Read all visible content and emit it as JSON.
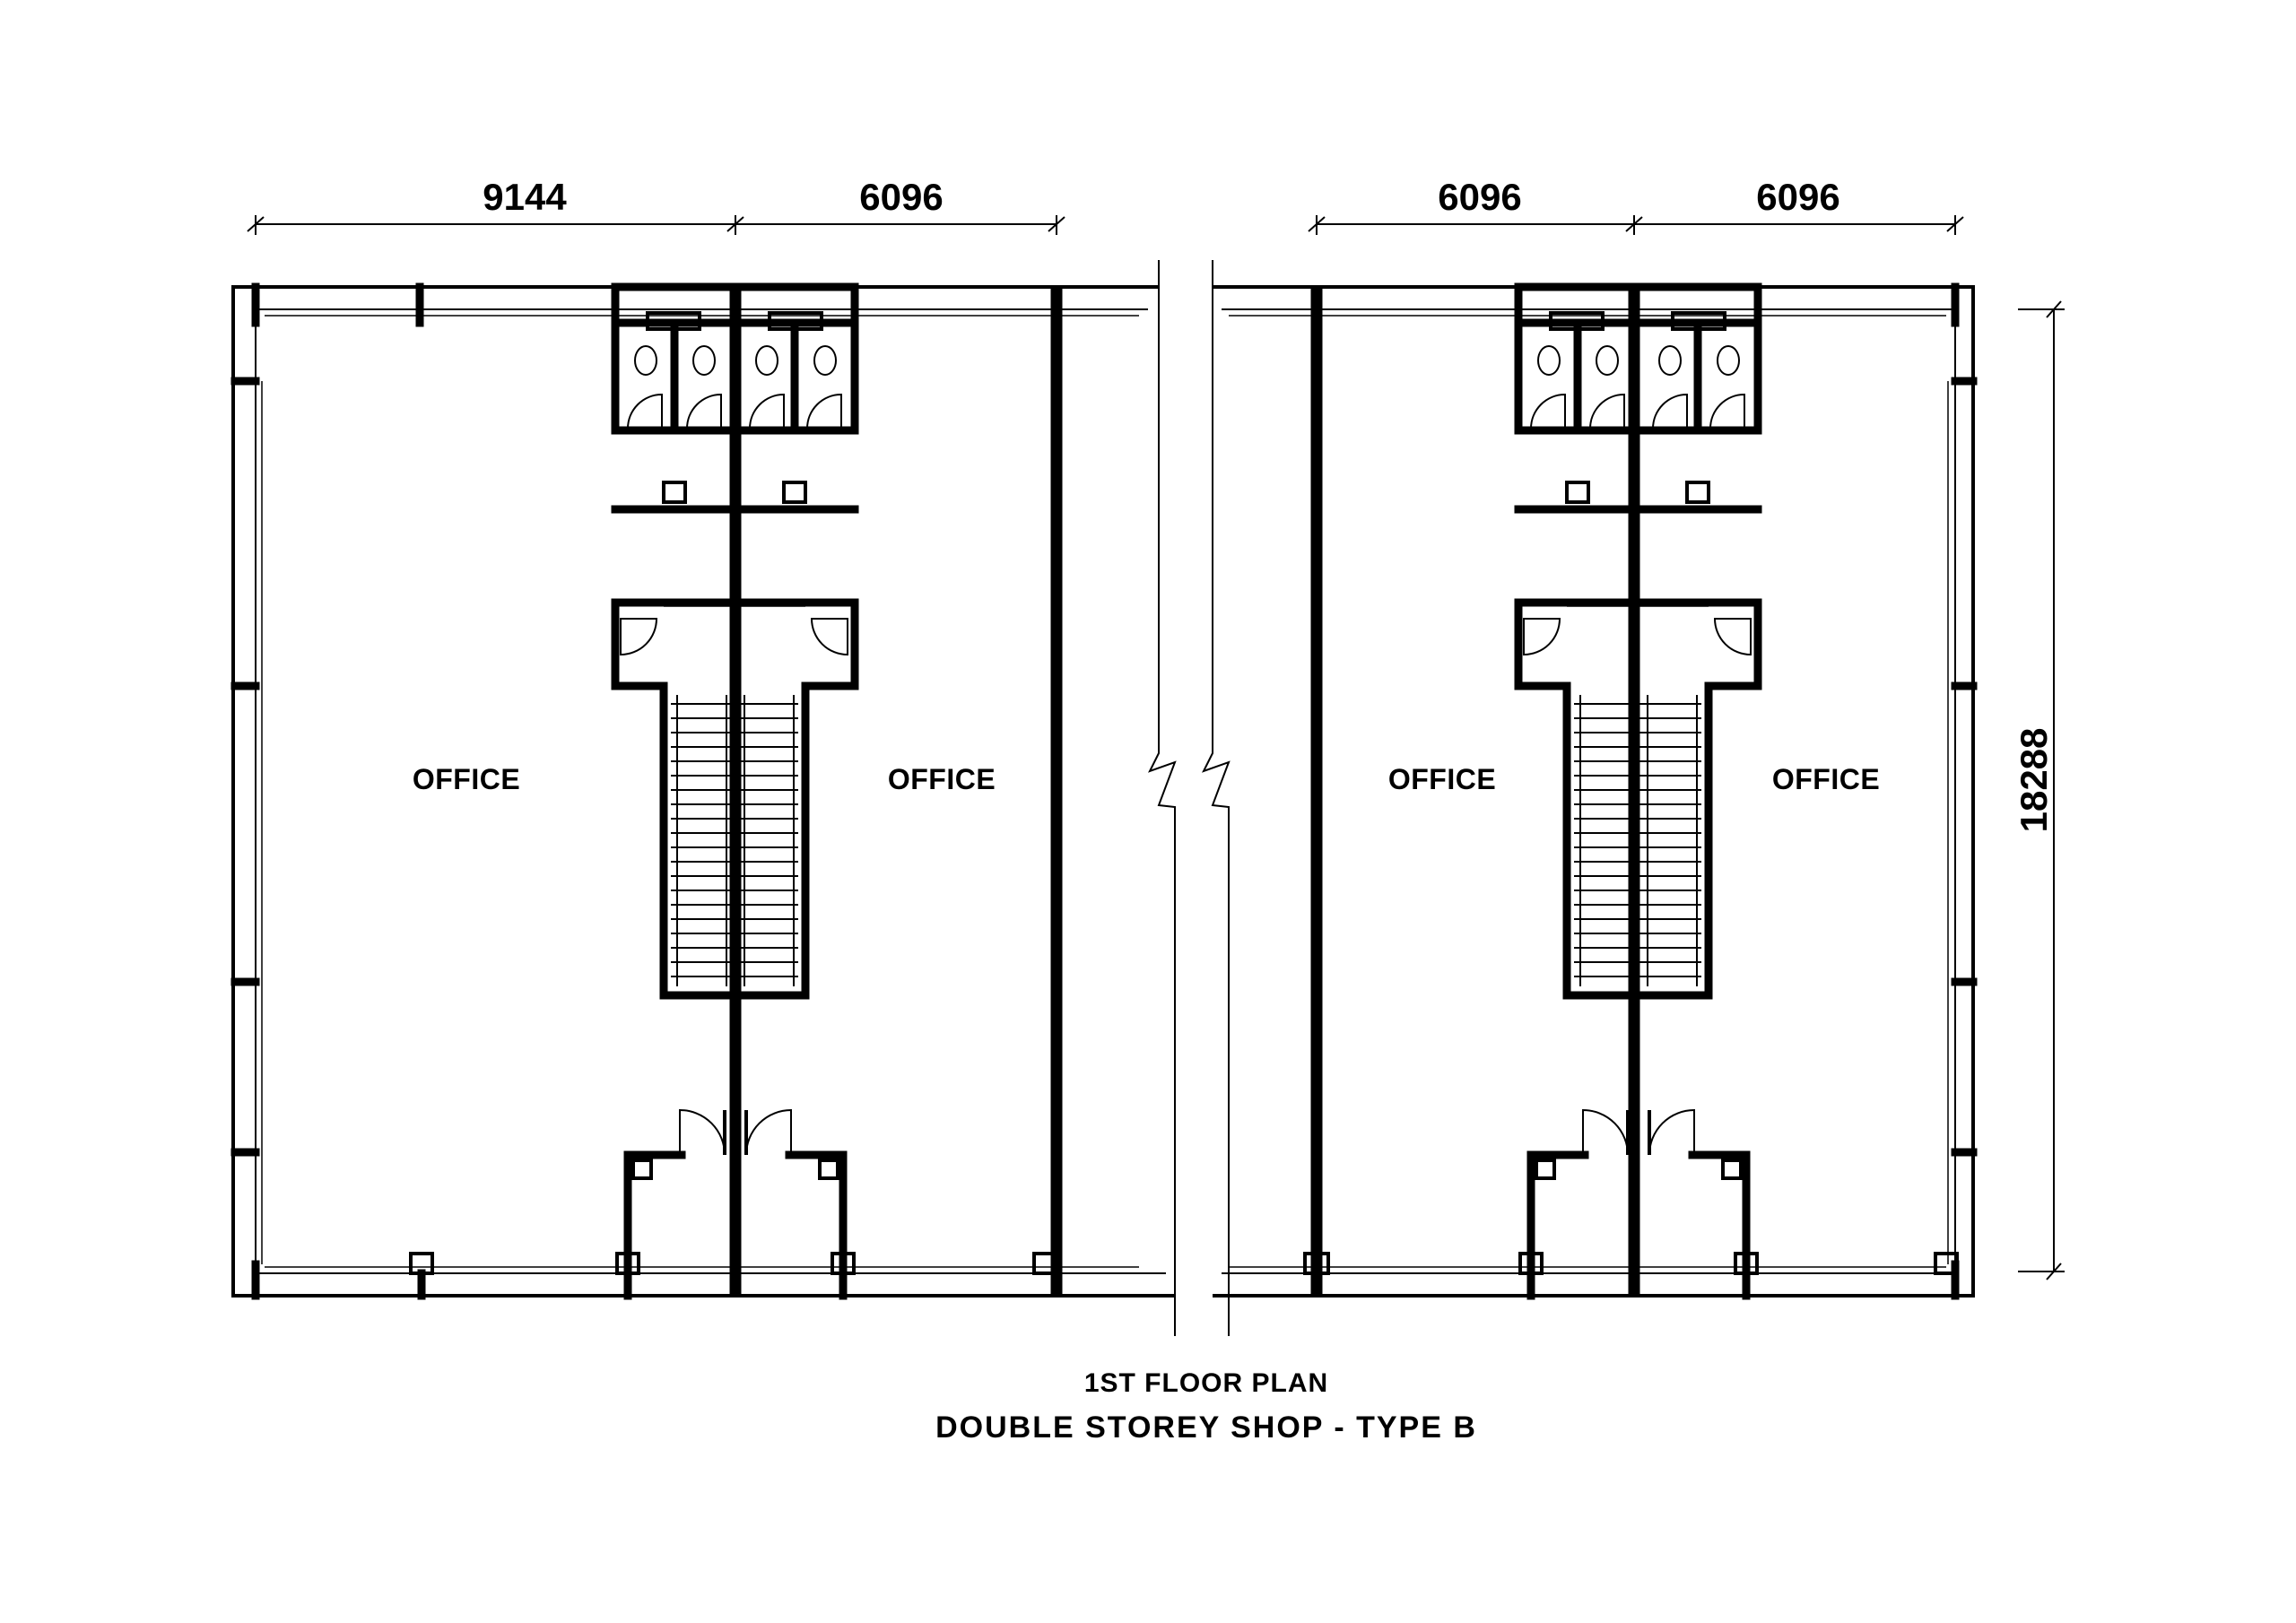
{
  "dimensions": {
    "top_left_a": "9144",
    "top_left_b": "6096",
    "top_right_a": "6096",
    "top_right_b": "6096",
    "depth": "18288"
  },
  "rooms": {
    "office_1": "OFFICE",
    "office_2": "OFFICE",
    "office_3": "OFFICE",
    "office_4": "OFFICE"
  },
  "caption": {
    "line1": "1ST FLOOR PLAN",
    "line2": "DOUBLE STOREY SHOP - TYPE B"
  }
}
